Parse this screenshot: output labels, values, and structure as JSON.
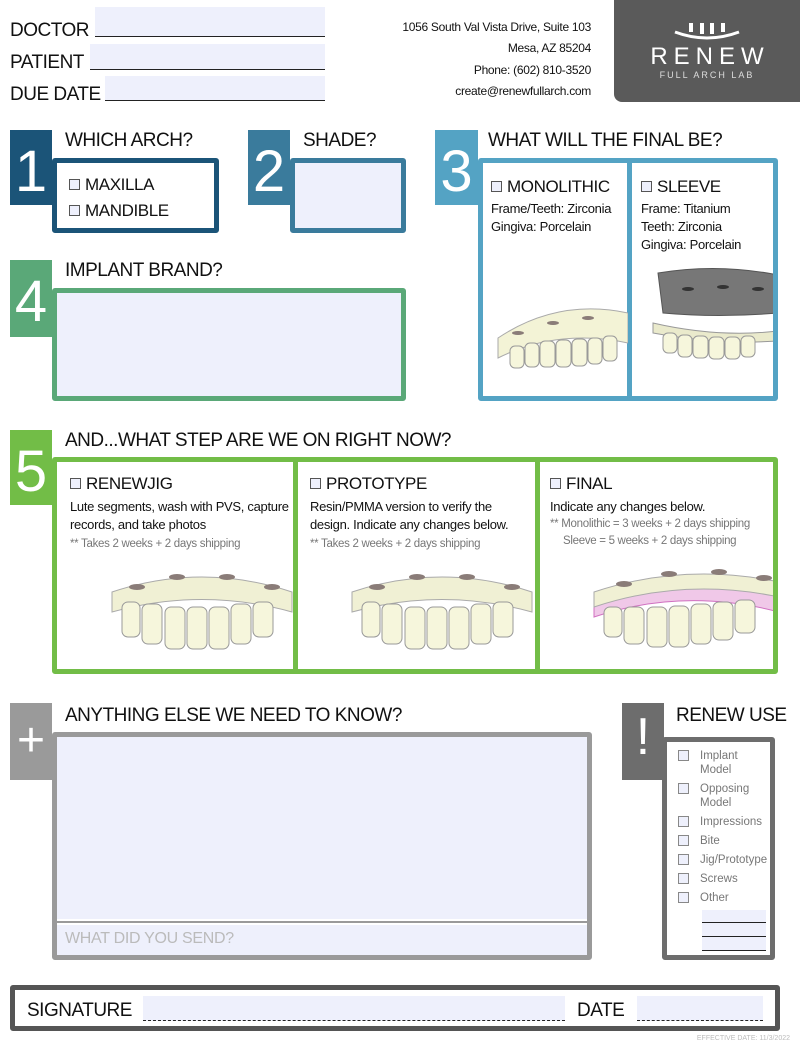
{
  "header": {
    "doctor_label": "DOCTOR",
    "patient_label": "PATIENT",
    "due_date_label": "DUE DATE",
    "address": [
      "1056 South Val Vista Drive, Suite 103",
      "Mesa, AZ 85204",
      "Phone: (602) 810-3520",
      "create@renewfullarch.com"
    ],
    "logo": {
      "name": "RENEW",
      "sub": "FULL ARCH LAB"
    }
  },
  "s1": {
    "num": "1",
    "title": "WHICH ARCH?",
    "options": [
      "MAXILLA",
      "MANDIBLE"
    ]
  },
  "s2": {
    "num": "2",
    "title": "SHADE?"
  },
  "s3": {
    "num": "3",
    "title": "WHAT WILL THE FINAL BE?",
    "mono": {
      "label": "MONOLITHIC",
      "lines": [
        "Frame/Teeth: Zirconia",
        "Gingiva: Porcelain"
      ]
    },
    "sleeve": {
      "label": "SLEEVE",
      "lines": [
        "Frame: Titanium",
        "Teeth: Zirconia",
        "Gingiva: Porcelain"
      ]
    }
  },
  "s4": {
    "num": "4",
    "title": "IMPLANT BRAND?"
  },
  "s5": {
    "num": "5",
    "title": "AND...WHAT STEP ARE WE ON RIGHT NOW?",
    "steps": [
      {
        "label": "RENEWJIG",
        "desc": "Lute segments, wash with PVS, capture records, and take photos",
        "notes": [
          "** Takes 2 weeks + 2 days shipping"
        ]
      },
      {
        "label": "PROTOTYPE",
        "desc": "Resin/PMMA version to verify the design.  Indicate any changes below.",
        "notes": [
          "** Takes 2 weeks + 2 days shipping"
        ]
      },
      {
        "label": "FINAL",
        "desc": "Indicate any changes below.",
        "notes": [
          "** Monolithic = 3 weeks + 2 days shipping",
          "Sleeve = 5 weeks + 2 days shipping"
        ]
      }
    ]
  },
  "s6": {
    "num": "+",
    "title": "ANYTHING ELSE WE NEED TO KNOW?",
    "sent_placeholder": "WHAT DID YOU SEND?"
  },
  "renew_use": {
    "num": "!",
    "title": "RENEW USE",
    "items": [
      "Implant Model",
      "Opposing Model",
      "Impressions",
      "Bite",
      "Jig/Prototype",
      "Screws",
      "Other"
    ]
  },
  "signature": {
    "sig_label": "SIGNATURE",
    "date_label": "DATE"
  },
  "footer": {
    "effective": "EFFECTIVE DATE: 11/3/2022"
  },
  "colors": {
    "s1": "#1b5478",
    "s2": "#3a7b9c",
    "s3": "#54a3c4",
    "s4": "#5aa878",
    "s5": "#72bd47",
    "s6": "#9a9a9a",
    "use": "#6d6d6d"
  }
}
